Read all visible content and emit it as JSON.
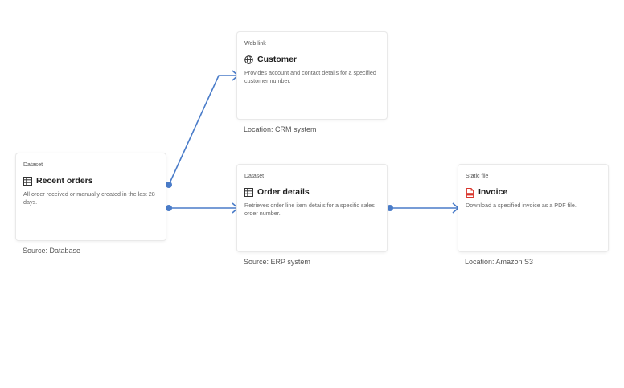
{
  "nodes": {
    "recent_orders": {
      "kind": "Dataset",
      "title": "Recent orders",
      "description": "All order received or manually created in the last 28 days.",
      "caption": "Source: Database",
      "icon": "table-icon"
    },
    "customer": {
      "kind": "Web link",
      "title": "Customer",
      "description": "Provides account and contact details for a specified customer number.",
      "caption": "Location: CRM system",
      "icon": "globe-icon"
    },
    "order_details": {
      "kind": "Dataset",
      "title": "Order details",
      "description": "Retrieves order line item details for a specific sales order number.",
      "caption": "Source: ERP system",
      "icon": "table-icon"
    },
    "invoice": {
      "kind": "Static file",
      "title": "Invoice",
      "description": "Download a specified invoice as a PDF file.",
      "caption": "Location: Amazon S3",
      "icon": "pdf-file-icon"
    }
  },
  "edges": [
    {
      "from": "recent_orders",
      "to": "customer"
    },
    {
      "from": "recent_orders",
      "to": "order_details"
    },
    {
      "from": "order_details",
      "to": "invoice"
    }
  ],
  "colors": {
    "edge": "#4a7cc9",
    "pdf_icon": "#d9342b"
  }
}
